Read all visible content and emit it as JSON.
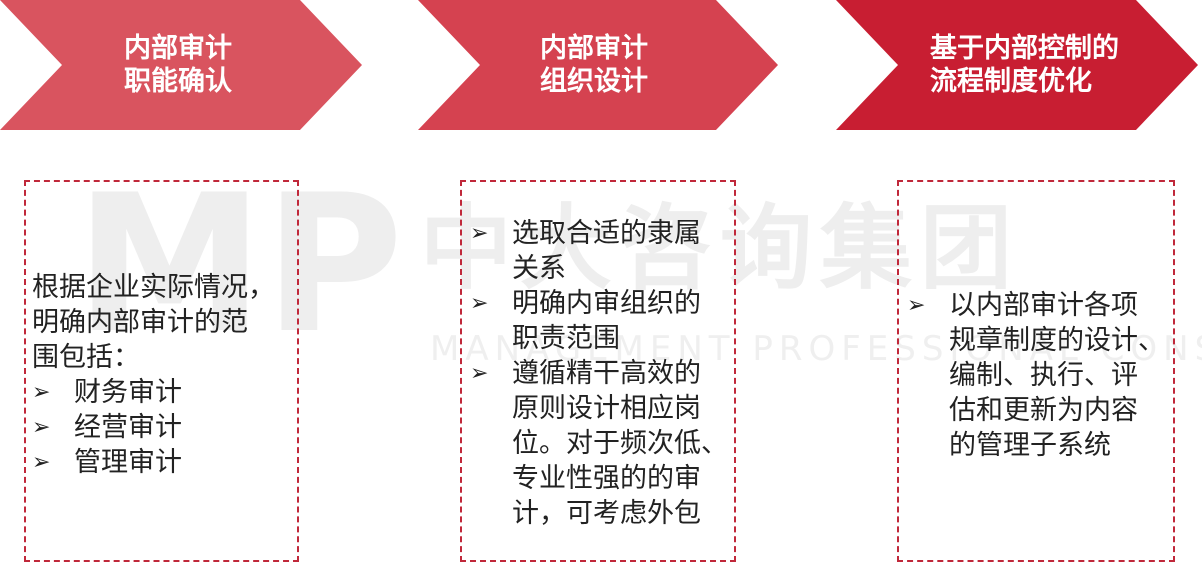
{
  "colors": {
    "arrow1": "#d9545f",
    "arrow2": "#d54250",
    "arrow3": "#c81e32",
    "border": "#c0283a",
    "text": "#222222"
  },
  "watermark": {
    "letters": "MP",
    "company_cn": "中大咨询集团",
    "company_en": "MANAGEMENT PROFESSIONAL CONSULTING"
  },
  "steps": [
    {
      "line1": "内部审计",
      "line2": "职能确认"
    },
    {
      "line1": "内部审计",
      "line2": "组织设计"
    },
    {
      "line1": "基于内部控制的",
      "line2": "流程制度优化"
    }
  ],
  "box1": {
    "intro_lines": [
      "根据企业实际情况，",
      "明确内部审计的范",
      "围包括："
    ],
    "bullet_icon": "arrow-bullet-icon",
    "bullets": [
      "财务审计",
      "经营审计",
      "管理审计"
    ]
  },
  "box2": {
    "items": [
      {
        "lines": [
          "选取合适的隶属",
          "关系"
        ]
      },
      {
        "lines": [
          "明确内审组织的",
          "职责范围"
        ]
      },
      {
        "lines": [
          "遵循精干高效的",
          "原则设计相应岗",
          "位。对于频次低、",
          "专业性强的的审",
          "计，可考虑外包"
        ]
      }
    ]
  },
  "box3": {
    "items": [
      {
        "lines": [
          "以内部审计各项",
          "规章制度的设计、",
          "编制、执行、评",
          "估和更新为内容",
          "的管理子系统"
        ]
      }
    ]
  }
}
